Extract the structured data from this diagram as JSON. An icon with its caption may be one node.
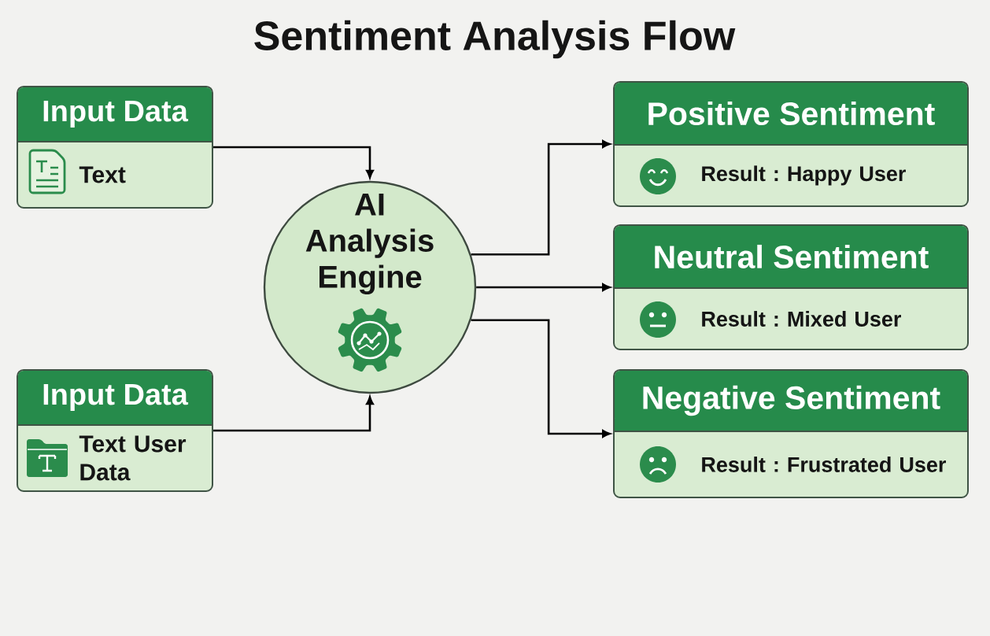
{
  "diagram": {
    "title": "Sentiment Analysis Flow",
    "nodes": [
      {
        "text": [
          "Input Data",
          "Text"
        ]
      },
      {
        "text": [
          "Input Data",
          "Text User Data"
        ]
      },
      {
        "text": [
          "AI Analysis Engine"
        ]
      },
      {
        "text": [
          "Positive Sentiment",
          "Result : Happy User"
        ]
      },
      {
        "text": [
          "Neutral Sentiment",
          "Result : Mixed User"
        ]
      },
      {
        "text": [
          "Negative Sentiment",
          "Result : Frustrated User"
        ]
      }
    ],
    "edges": [
      {
        "from": 0,
        "to": 2,
        "arrow": "to"
      },
      {
        "from": 1,
        "to": 2,
        "arrow": "to"
      },
      {
        "from": 2,
        "to": 3,
        "arrow": "to"
      },
      {
        "from": 2,
        "to": 4,
        "arrow": "to"
      },
      {
        "from": 2,
        "to": 5,
        "arrow": "to"
      }
    ]
  }
}
